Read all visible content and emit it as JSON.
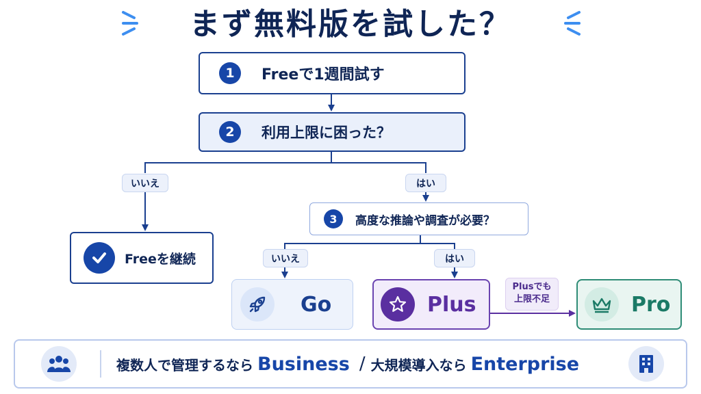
{
  "title": "まず無料版を試した？",
  "steps": {
    "s1": {
      "number": "1",
      "text": "Freeで1週間試す"
    },
    "s2": {
      "number": "2",
      "text": "利用上限に困った？"
    },
    "s3": {
      "number": "3",
      "text": "高度な推論や調査が必要？"
    }
  },
  "branches": {
    "s2_no": "いいえ",
    "s2_yes": "はい",
    "s3_no": "いいえ",
    "s3_yes": "はい"
  },
  "outcomes": {
    "free": {
      "label": "Freeを継続",
      "icon": "check-icon",
      "color": "#1746a8"
    },
    "go": {
      "label": "Go",
      "icon": "rocket-icon",
      "color": "#1a3f8f"
    },
    "plus": {
      "label": "Plus",
      "icon": "star-icon",
      "color": "#5a2fa0"
    },
    "pro": {
      "label": "Pro",
      "icon": "crown-icon",
      "color": "#1b7a66"
    }
  },
  "plus_note": {
    "line1": "Plusでも",
    "line2": "上限不足"
  },
  "footer": {
    "text1": "複数人で管理するなら",
    "business": "Business",
    "slash": "/",
    "text2": "大規模導入なら",
    "enterprise": "Enterprise",
    "left_icon": "people-icon",
    "right_icon": "building-icon"
  }
}
